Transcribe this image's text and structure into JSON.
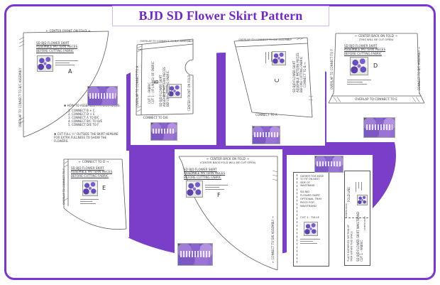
{
  "title": "BJD SD Flower Skirt Pattern",
  "colors": {
    "border": "#7a35d6",
    "ellipse": "#7a3ec8",
    "title_text": "#7228c8",
    "outline": "#555555"
  },
  "common": {
    "l1": "SD BJD FLOWER SKIRT",
    "l2": "ASSEMBLE PATTERN PIECES",
    "l3": "BEFORE CUTTING FABRIC"
  },
  "pieces": {
    "A": {
      "letter": "A",
      "top": "← CENTER FRONT ON FOLD →",
      "left": "OVERLAP TO CONNECT TO B/C ASSEMBLY",
      "howto": "✱ HOW TO ASSEMBLE PATTERN PIECES:",
      "steps": [
        "1. CONNECT  B + C",
        "2. CONNECT  D + E",
        "3. CONNECT  A  TO  B/C",
        "4. CONNECT  B/C  TO  D/E",
        "5. CONNECT  D/E  TO  F"
      ],
      "note": "✱ CUT FULL ¼\" OUTSIDE THE SKIRT HEMLINE FOR EXTRA FULLNESS TO SHOW THE FLOWERS."
    },
    "B": {
      "letter": "B",
      "top": "OVERLAP TO CONNECT TO B/C ASSEMBLY",
      "left": "OVERLAP TO CONNECT TO A",
      "right": "CENTER FRONT ON FOLD",
      "bottom": "CONNECT TO D/E",
      "cut1": "CUT 1 - FABRIC",
      "cut2": "CUT 1 - (IF LINING) OF FABRIC"
    },
    "C": {
      "letter": "C",
      "top": "OVERLAP TO CONNECT TO D/E ASSEMBLY",
      "right": "CONNECT TO B →",
      "bottom": "CONNECT TO A"
    },
    "D": {
      "letter": "D",
      "top1": "← CENTER BACK ON FOLD →",
      "top2": "(THIS WILL BE CUT OPEN)",
      "left": "OVERLAP TO CONNECT TO F",
      "right": "← CONNECT TO B/C ASSEMBLY →",
      "bottom": "OVERLAP TO CONNECT TO E"
    },
    "E": {
      "letter": "E",
      "top": "← CONNECT TO D →",
      "left": "OVERLAP TO CONNECT TO F"
    },
    "F": {
      "letter": "F",
      "top1": "← CENTER BACK ON FOLD →",
      "top2": "(CENTER BACK FOLD WILL BE CUT OPEN)",
      "right": "← CONNECT TO D/E ASSEMBLY →"
    },
    "trim": {
      "gather": "GATHER THIS EDGE TO FIT ON NEXT SIDE OF WAISTBAND",
      "title": "SD BJD FLOWER SKIRT OPTIONAL TRIM PIECE FOR WAISTBAND",
      "cut": "CUT 1 - TULLE"
    },
    "waistband": {
      "fold": "FOLD LINE",
      "cb1": "CENTER BACK",
      "cb2": "CENTER BACK",
      "title": "SD BJD FLOWER SKIRT WAISTBAND",
      "cut": "CUT 1 - FABRIC",
      "place": "PLACE GATHERED SECTION OF TRIM WITHIN THIS SPACE"
    }
  }
}
